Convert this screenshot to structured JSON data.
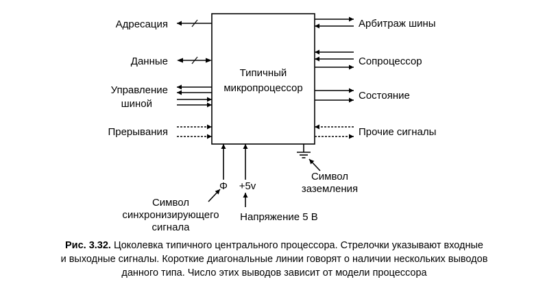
{
  "chip": {
    "line1": "Типичный",
    "line2": "микропроцессор"
  },
  "left_signals": {
    "address": "Адресация",
    "data": "Данные",
    "bus_control_line1": "Управление",
    "bus_control_line2": "шиной",
    "interrupts": "Прерывания"
  },
  "right_signals": {
    "bus_arbitration": "Арбитраж шины",
    "coprocessor": "Сопроцессор",
    "status": "Состояние",
    "misc": "Прочие сигналы"
  },
  "bottom_pins": {
    "clock_symbol": "Φ",
    "power": "+5v"
  },
  "annotations": {
    "clock_line1": "Символ",
    "clock_line2": "синхронизирующего",
    "clock_line3": "сигнала",
    "power_desc": "Напряжение 5 В",
    "ground_line1": "Символ",
    "ground_line2": "заземления"
  },
  "caption": {
    "label": "Рис. 3.32.",
    "line1": " Цоколевка типичного центрального процессора. Стрелочки указывают входные",
    "line2": "и выходные сигналы. Короткие диагональные линии говорят о наличии нескольких выводов",
    "line3": "данного типа. Число этих выводов зависит от модели процессора"
  }
}
